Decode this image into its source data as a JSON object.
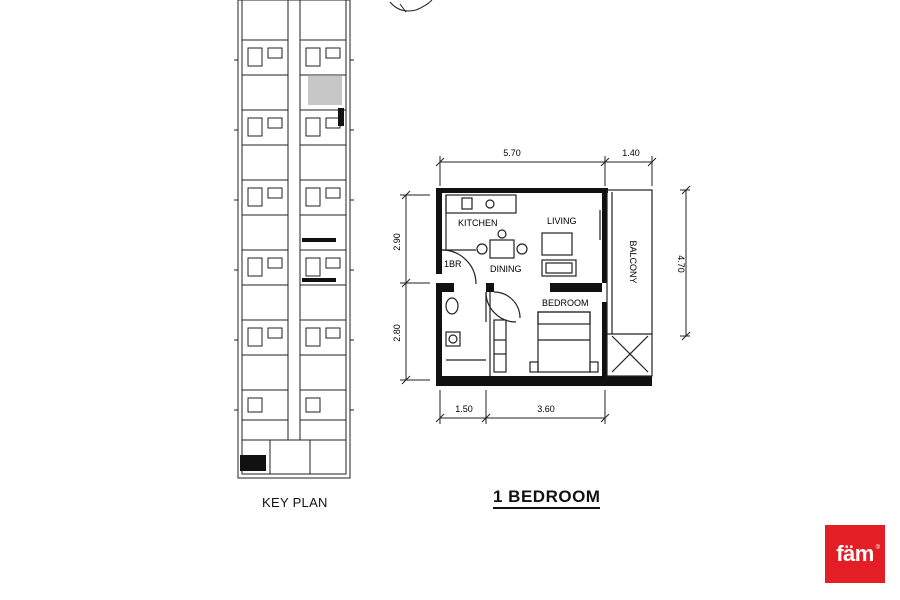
{
  "captions": {
    "key_plan": "KEY PLAN",
    "unit_type": "1 BEDROOM"
  },
  "dimensions": {
    "top_width": "5.70",
    "balcony_depth": "1.40",
    "left_upper": "2.90",
    "left_lower": "2.80",
    "right_height": "4.70",
    "bottom_left": "1.50",
    "bottom_right": "3.60"
  },
  "rooms": {
    "kitchen": "KITCHEN",
    "living": "LIVING",
    "dining": "DINING",
    "bathroom": "1BR",
    "bedroom": "BEDROOM",
    "balcony": "BALCONY"
  },
  "logo": {
    "text": "fäm",
    "mark": "®",
    "color": "#e31e24"
  }
}
